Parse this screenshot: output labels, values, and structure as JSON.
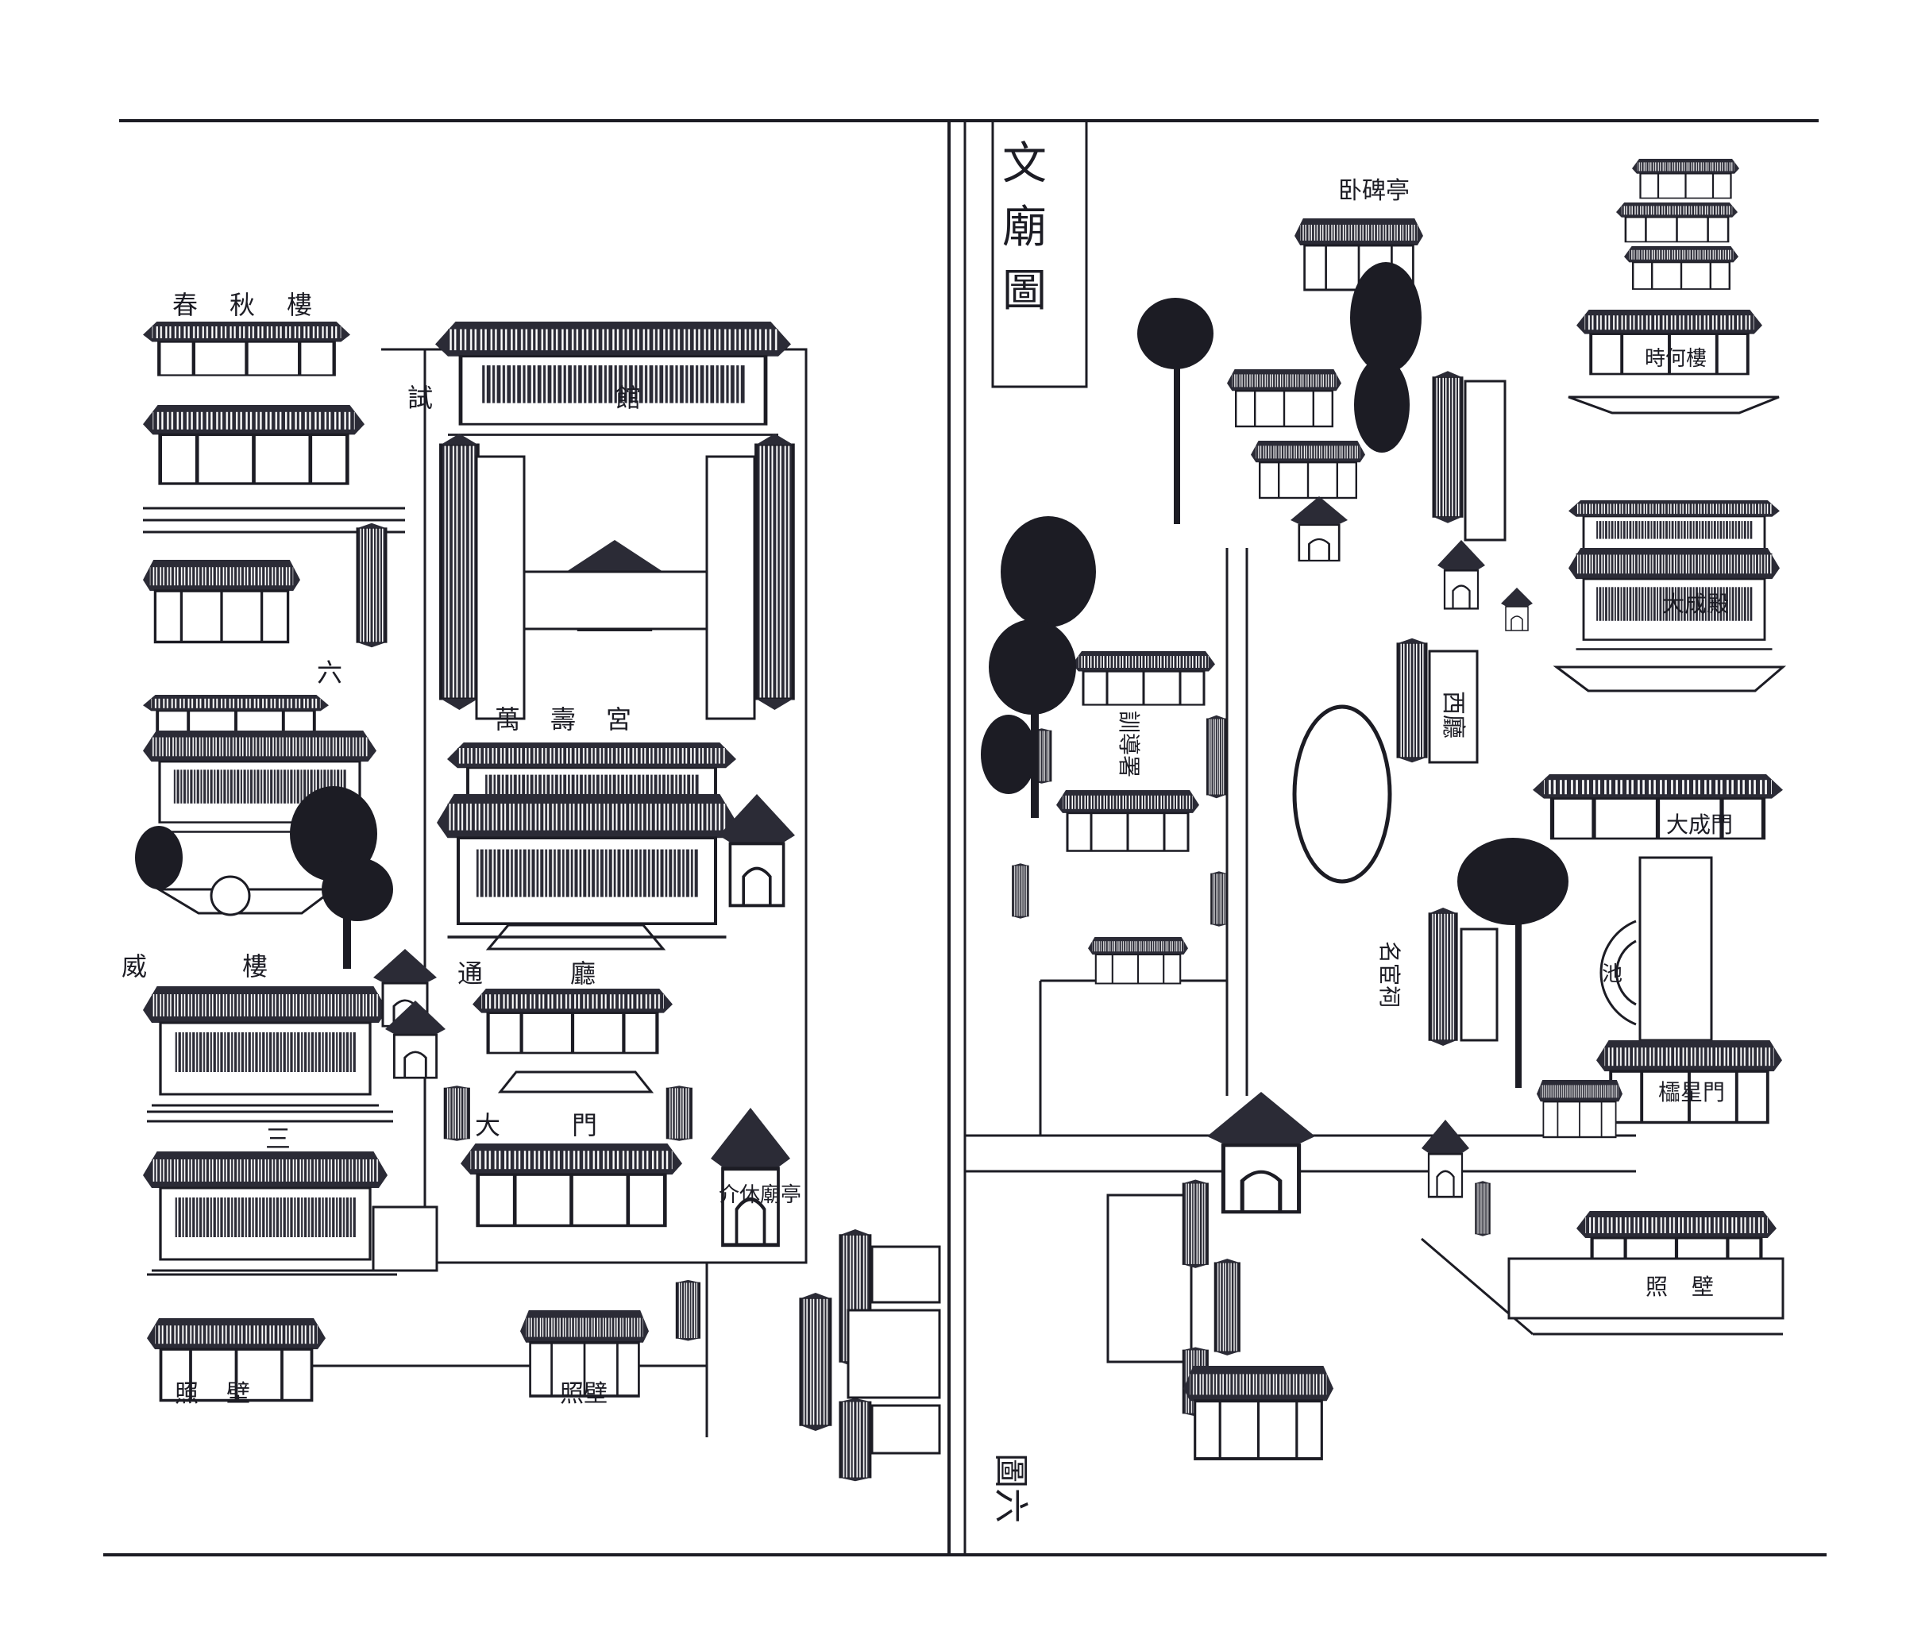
{
  "title": {
    "chars": [
      "文",
      "廟",
      "圖"
    ]
  },
  "page_mark": "圖六",
  "labels": {
    "chunqiu_lou": "春秋樓",
    "shi_guan": "試館",
    "wanshou_gong": "萬壽宮",
    "liu": "六",
    "wei_lou": "威樓",
    "tong_ting": "通廳",
    "da_men": "大門",
    "san": "三",
    "jie_xiu_ting": "介休廟亭",
    "zhao_bi_left": "照壁",
    "zhao_bi_mid": "照壁",
    "wo_bei_ting": "卧碑亭",
    "xun_dao_shu": "訓導署",
    "xi_ting": "西廳",
    "ming_huan_ci": "名宦祠",
    "kui_lou": "時何樓",
    "da_cheng_dian": "大成殿",
    "da_cheng_men": "大成門",
    "chi": "池",
    "ling_xing_men": "櫺星門",
    "zhao_bi_right": "照壁"
  }
}
